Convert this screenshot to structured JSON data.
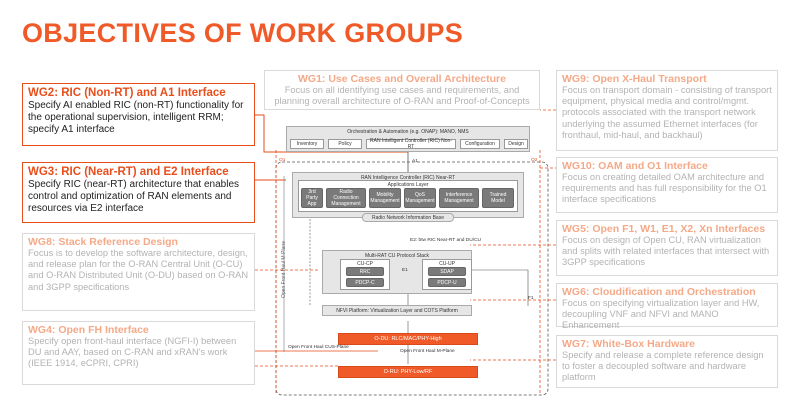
{
  "title": "OBJECTIVES OF WORK GROUPS",
  "colors": {
    "accent": "#f05a28",
    "faded_heading": "#f4a988",
    "faded_text": "#b3b3b3"
  },
  "work_groups": {
    "wg1": {
      "heading": "WG1: Use Cases and Overall Architecture",
      "body": "Focus on all identifying use cases and requirements, and planning overall architecture of O-RAN and Proof-of-Concepts",
      "state": "faded"
    },
    "wg2": {
      "heading": "WG2: RIC (Non-RT) and A1 Interface",
      "body": "Specify AI enabled RIC (non-RT) functionality for the operational supervision, intelligent RRM; specify A1 interface",
      "state": "highlighted"
    },
    "wg3": {
      "heading": "WG3: RIC (Near-RT) and E2 Interface",
      "body": "Specify RIC (near-RT) architecture that enables control and optimization of RAN elements and resources via E2 interface",
      "state": "highlighted"
    },
    "wg8": {
      "heading": "WG8: Stack Reference Design",
      "body": "Focus is to develop the software architecture, design, and release plan for the O-RAN Central Unit (O-CU) and O-RAN Distributed Unit (O-DU) based on O-RAN and 3GPP specifications",
      "state": "faded"
    },
    "wg4": {
      "heading": "WG4: Open FH Interface",
      "body": "Specify open front-haul interface (NGFI-I) between DU and AAY, based on C-RAN and xRAN's work (IEEE 1914, eCPRI, CPRI)",
      "state": "faded"
    },
    "wg9": {
      "heading": "WG9: Open X-Haul Transport",
      "body": "Focus on transport domain - consisting of transport equipment, physical media and control/mgmt. protocols associated with the transport network underlying the assumed Ethernet interfaces (for fronthaul, mid-haul, and backhaul)",
      "state": "faded"
    },
    "wg10": {
      "heading": "WG10: OAM and O1 Interface",
      "body": "Focus on creating detailed OAM architecture and requirements and has full responsibility for the O1 interface specifications",
      "state": "faded"
    },
    "wg5": {
      "heading": "WG5: Open F1, W1, E1, X2, Xn Interfaces",
      "body": "Focus on design of Open CU, RAN virtualization and splits with related interfaces that intersect with 3GPP specifications",
      "state": "faded"
    },
    "wg6": {
      "heading": "WG6: Cloudification and Orchestration",
      "body": "Focus on specifying virtualization layer and HW, decoupling VNF and NFVI and MANO Enhancement",
      "state": "faded"
    },
    "wg7": {
      "heading": "WG7: White-Box Hardware",
      "body": "Specify and release a complete reference design to foster a decoupled software and hardware platform",
      "state": "faded"
    }
  },
  "architecture": {
    "orchestration": {
      "title": "Orchestration & Automation (e.g. ONAP): MANO, NMS",
      "modules": [
        "Inventory",
        "Policy",
        "RAN Intelligent Controller (RIC) Non-RT",
        "Configuration",
        "Design"
      ]
    },
    "near_rt_ric": {
      "title": "RAN Intelligence Controller (RIC) Near-RT",
      "layer": "Applications Layer",
      "apps": [
        "3rd Party App",
        "Radio Connection Management",
        "Mobility Management",
        "QoS Management",
        "Interference Management",
        "Trained Model"
      ],
      "base": "Radio Network Information Base"
    },
    "cu_stack": {
      "title": "Multi-RAT CU Protocol Stack",
      "cp": {
        "title": "CU-CP",
        "items": [
          "RRC",
          "PDCP-C"
        ]
      },
      "up": {
        "title": "CU-UP",
        "items": [
          "SDAP",
          "PDCP-U"
        ]
      },
      "e1": "E1"
    },
    "nfvi": "NFVI Platform: Virtualization Layer and COTS Platform",
    "o_du": "O-DU: RLC/MAC/PHY-High",
    "o_ru": "O-RU: PHY-Low/RF",
    "labels": {
      "a1": "A1",
      "o1": "O1",
      "o2": "O2",
      "e2": "E2: btw RIC Near-RT and DU/CU",
      "f1": "F1",
      "cus": "Open Front Haul CUS-Plane",
      "m_plane": "Open Front Haul M-Plane",
      "m_plane_vertical": "Open Front Haul M-Plane"
    }
  }
}
